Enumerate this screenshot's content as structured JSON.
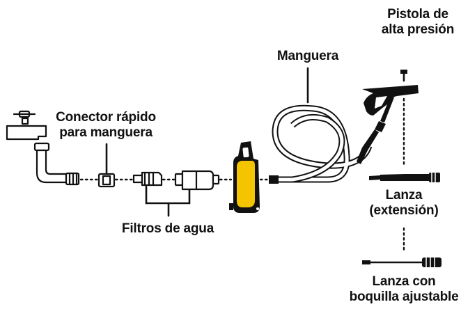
{
  "labels": {
    "pistola": [
      "Pistola de",
      "alta presión"
    ],
    "manguera": "Manguera",
    "conector": [
      "Conector rápido",
      "para manguera"
    ],
    "filtros": "Filtros de agua",
    "lanza": [
      "Lanza",
      "(extensión)"
    ],
    "lanza_boquilla": [
      "Lanza con",
      "boquilla ajustable"
    ]
  },
  "colors": {
    "ink": "#111111",
    "accent": "#f5c400",
    "fill": "#ffffff",
    "light": "#e9e9e9"
  }
}
